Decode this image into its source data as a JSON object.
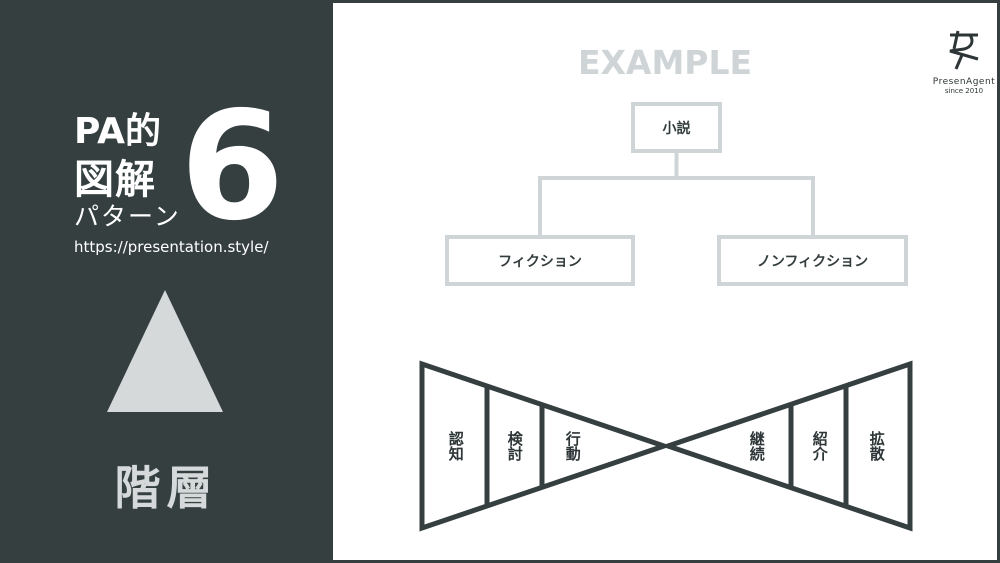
{
  "sidebar": {
    "title_line1": "PA的",
    "title_line2": "図解",
    "title_line3": "パターン",
    "number": "6",
    "url": "https://presentation.style/",
    "category": "階層"
  },
  "main": {
    "heading": "EXAMPLE",
    "logo": {
      "name": "PresenAgent",
      "since": "since 2010"
    },
    "tree": {
      "root": "小説",
      "children": [
        "フィクション",
        "ノンフィクション"
      ]
    },
    "funnel": {
      "left": [
        "認知",
        "検討",
        "行動"
      ],
      "right": [
        "継続",
        "紹介",
        "拡散"
      ]
    }
  },
  "colors": {
    "dark": "#353f40",
    "light_gray": "#cfd4d6",
    "white": "#ffffff"
  }
}
